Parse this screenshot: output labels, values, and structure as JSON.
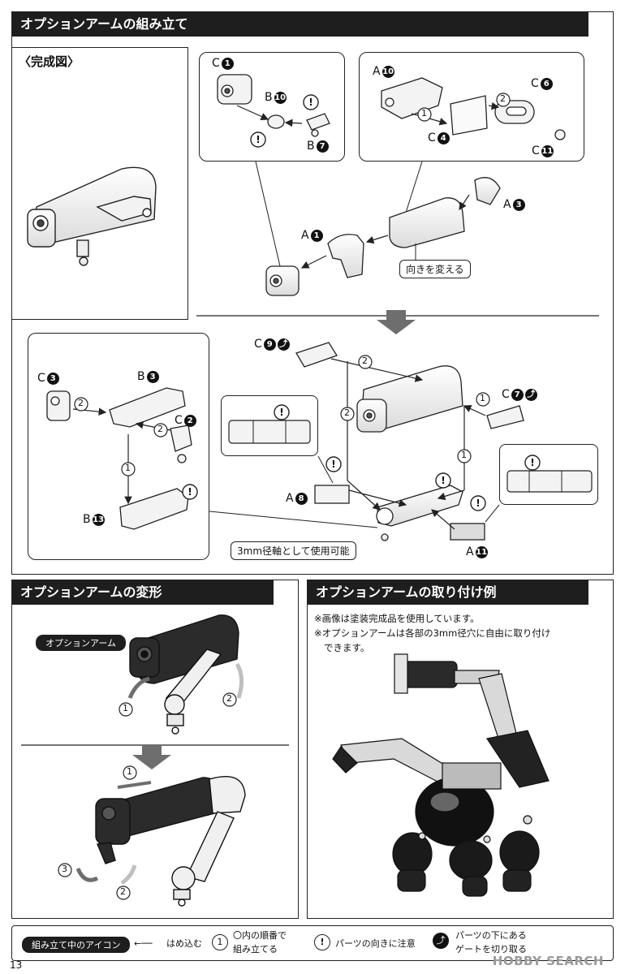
{
  "assembly": {
    "header": "オプションアームの組み立て",
    "completed_label": "〈完成図〉",
    "change_direction_label": "向きを変える",
    "axis_label": "3mm径軸として使用可能",
    "parts": {
      "c1": "C",
      "c1_n": "1",
      "b10": "B",
      "b10_n": "10",
      "b7": "B",
      "b7_n": "7",
      "a10": "A",
      "a10_n": "10",
      "c6": "C",
      "c6_n": "6",
      "c4": "C",
      "c4_n": "4",
      "c11": "C",
      "c11_n": "11",
      "a3": "A",
      "a3_n": "3",
      "a1": "A",
      "a1_n": "1",
      "c9": "C",
      "c9_n": "9",
      "c7": "C",
      "c7_n": "7",
      "c3": "C",
      "c3_n": "3",
      "b3": "B",
      "b3_n": "3",
      "c2": "C",
      "c2_n": "2",
      "b13": "B",
      "b13_n": "13",
      "a8": "A",
      "a8_n": "8",
      "a11": "A",
      "a11_n": "11"
    },
    "steps": {
      "s1": "1",
      "s2": "2"
    }
  },
  "transform": {
    "header": "オプションアームの変形",
    "arm_label": "オプションアーム",
    "steps": {
      "s1": "1",
      "s2": "2",
      "s3": "3"
    }
  },
  "mounting": {
    "header": "オプションアームの取り付け例",
    "note1": "※画像は塗装完成品を使用しています。",
    "note2": "※オプションアームは各部の3mm径穴に自由に取り付け",
    "note3": "できます。"
  },
  "legend": {
    "title": "組み立て中のアイコン",
    "fit_in": "はめ込む",
    "order_num": "1",
    "order_text_1": "〇内の順番で",
    "order_text_2": "組み立てる",
    "direction_note": "パーツの向きに注意",
    "gate_text_1": "パーツの下にある",
    "gate_text_2": "ゲートを切り取る"
  },
  "page_number": "13",
  "watermark": "HOBBY SEARCH",
  "colors": {
    "header_bg": "#1e1e1e",
    "arm_dark": "#2b2b2b",
    "arrow_gray": "#6e6e6e"
  }
}
